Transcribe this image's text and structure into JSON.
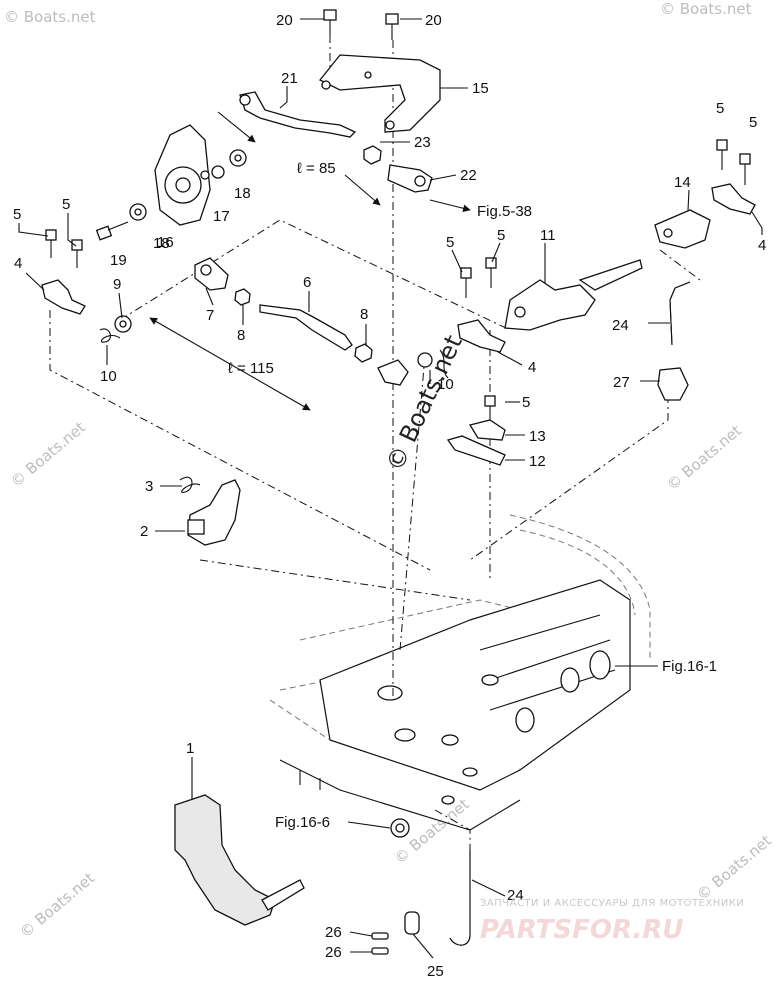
{
  "callouts": {
    "c20a": "20",
    "c20b": "20",
    "c21": "21",
    "c15": "15",
    "c23": "23",
    "c22": "22",
    "c5a": "5",
    "c5b": "5",
    "c5c": "5",
    "c5d": "5",
    "c5e": "5",
    "c5f": "5",
    "c5g": "5",
    "c14": "14",
    "c4a": "4",
    "c4b": "4",
    "c4c": "4",
    "c16": "16",
    "c17": "17",
    "c18a": "18",
    "c18b": "18",
    "c19": "19",
    "c11": "11",
    "c9": "9",
    "c7": "7",
    "c8a": "8",
    "c8b": "8",
    "c6": "6",
    "c10a": "10",
    "c10b": "10",
    "c24a": "24",
    "c24b": "24",
    "c27": "27",
    "c13": "13",
    "c12": "12",
    "c3": "3",
    "c2": "2",
    "c1": "1",
    "c26a": "26",
    "c26b": "26",
    "c25": "25"
  },
  "references": {
    "fig5_38": "Fig.5-38",
    "fig16_1": "Fig.16-1",
    "fig16_6": "Fig.16-6"
  },
  "dimensions": {
    "dim85": "ℓ = 85",
    "dim115": "ℓ = 115"
  },
  "watermarks": {
    "copyright": "© Boats.net",
    "corner": "© Boats.net"
  },
  "branding": {
    "tagline": "ЗАПЧАСТИ И АКСЕССУАРЫ ДЛЯ МОТОТЕХНИКИ",
    "name": "PARTSFOR.RU"
  }
}
